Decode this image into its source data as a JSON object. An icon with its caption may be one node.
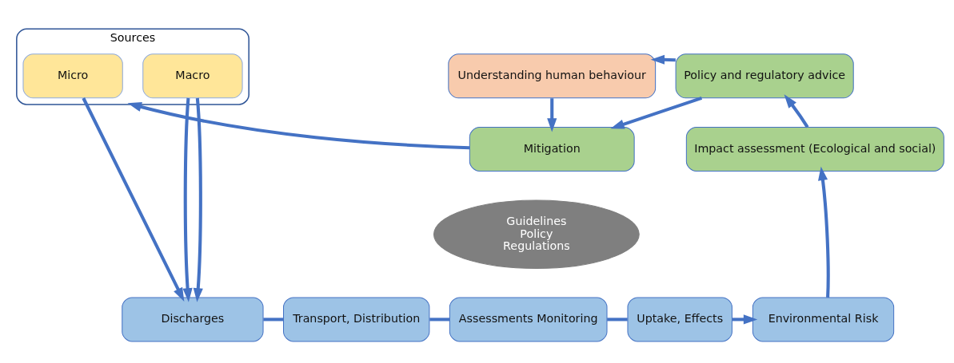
{
  "diagram": {
    "nodes": [
      {
        "text": [
          "Sources"
        ]
      },
      {
        "text": [
          "Micro"
        ],
        "in": 0
      },
      {
        "text": [
          "Macro"
        ],
        "in": 0
      },
      {
        "text": [
          "Understanding human behaviour"
        ]
      },
      {
        "text": [
          "Policy and regulatory advice"
        ]
      },
      {
        "text": [
          "Mitigation"
        ]
      },
      {
        "text": [
          "Guidelines",
          "Policy",
          "Regulations"
        ]
      },
      {
        "text": [
          "Impact assessment (Ecological and social)"
        ]
      },
      {
        "text": [
          "Discharges"
        ]
      },
      {
        "text": [
          "Transport, Distribution"
        ]
      },
      {
        "text": [
          "Assessments Monitoring"
        ]
      },
      {
        "text": [
          "Uptake, Effects"
        ]
      },
      {
        "text": [
          "Environmental Risk"
        ]
      }
    ],
    "edges": [
      {
        "from": 1,
        "to": 8,
        "arrow": "to"
      },
      {
        "from": 2,
        "to": 8,
        "arrow": "to"
      },
      {
        "from": 2,
        "to": 8,
        "arrow": "to"
      },
      {
        "from": 8,
        "to": 9,
        "arrow": "none"
      },
      {
        "from": 9,
        "to": 10,
        "arrow": "none"
      },
      {
        "from": 10,
        "to": 11,
        "arrow": "none"
      },
      {
        "from": 11,
        "to": 12,
        "arrow": "to"
      },
      {
        "from": 12,
        "to": 7,
        "arrow": "to"
      },
      {
        "from": 7,
        "to": 4,
        "arrow": "to"
      },
      {
        "from": 4,
        "to": 3,
        "arrow": "to"
      },
      {
        "from": 3,
        "to": 5,
        "arrow": "to"
      },
      {
        "from": 4,
        "to": 5,
        "arrow": "to"
      },
      {
        "from": 5,
        "to": 0,
        "arrow": "to"
      }
    ]
  }
}
